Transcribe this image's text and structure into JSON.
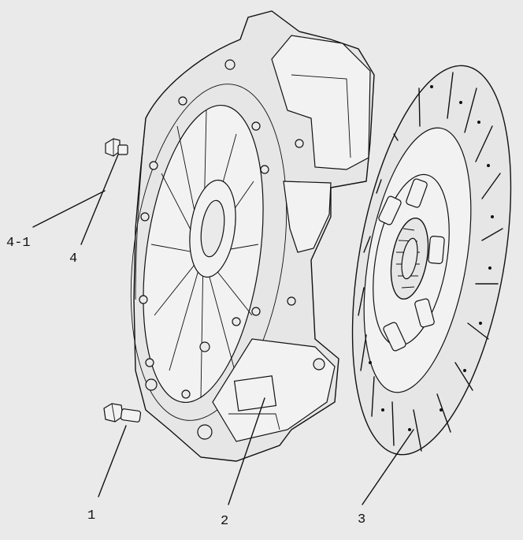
{
  "callouts": {
    "c4_1": "4-1",
    "c4": "4",
    "c1": "1",
    "c2": "2",
    "c3": "3"
  }
}
